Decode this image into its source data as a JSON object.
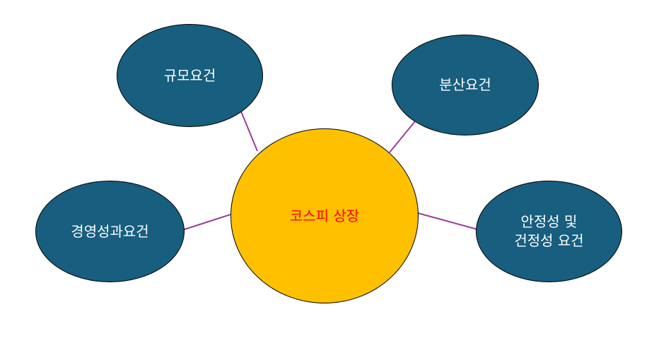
{
  "diagram": {
    "center": {
      "label": "코스피 상장",
      "fill": "#ffc000",
      "text_color": "#ff0000"
    },
    "satellites": [
      {
        "id": "scale",
        "label": "규모요건"
      },
      {
        "id": "distribution",
        "label": "분산요건"
      },
      {
        "id": "performance",
        "label": "경영성과요건"
      },
      {
        "id": "stability",
        "label": "안정성 및\n건정성 요건"
      }
    ],
    "satellite_fill": "#175e7f",
    "satellite_text_color": "#ffffff",
    "connector_color": "#9e3d9c"
  }
}
